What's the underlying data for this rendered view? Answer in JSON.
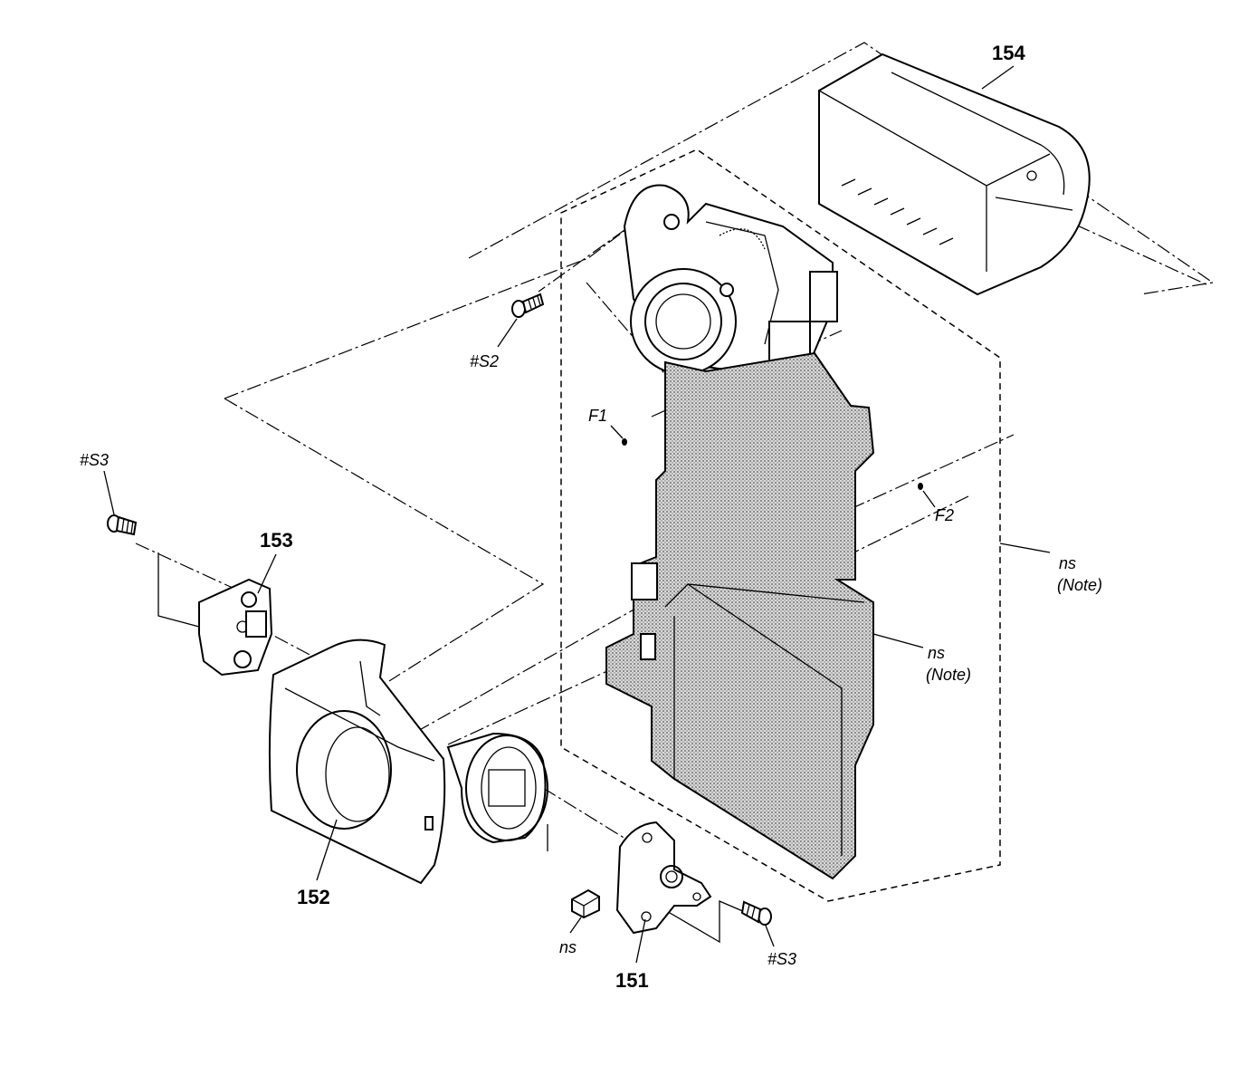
{
  "labels": {
    "part_154": "154",
    "part_153": "153",
    "part_152": "152",
    "part_151": "151",
    "screw_s2": "#S2",
    "screw_s3_left": "#S3",
    "screw_s3_right": "#S3",
    "screw_f1": "F1",
    "screw_f2": "F2",
    "ns_cushion": "ns",
    "ns_outer": "ns",
    "ns_outer_note": "(Note)",
    "ns_inner": "ns",
    "ns_inner_note": "(Note)"
  }
}
